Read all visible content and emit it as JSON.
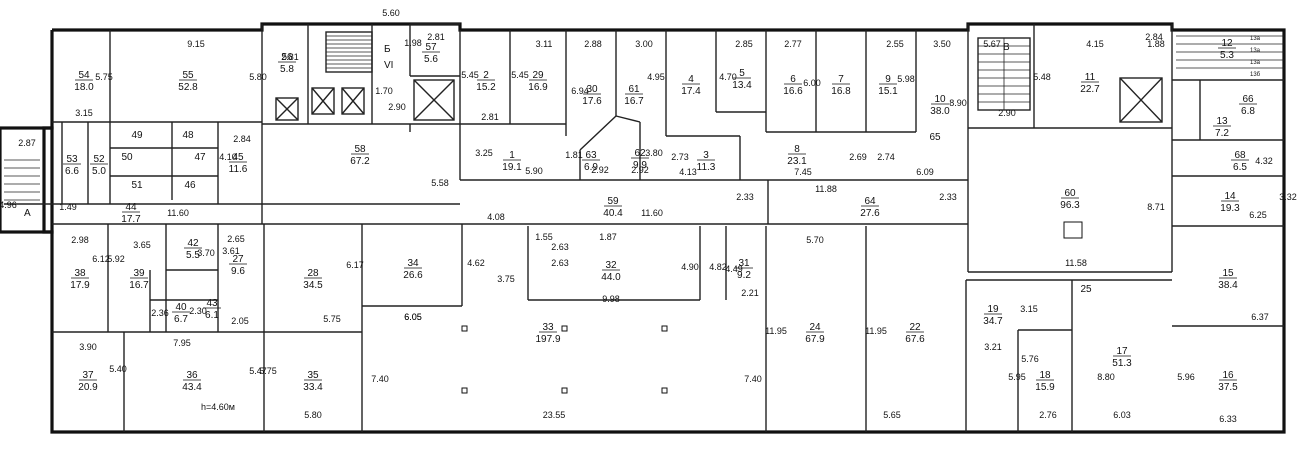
{
  "rooms": [
    {
      "n": "54",
      "a": "18.0"
    },
    {
      "n": "55",
      "a": "52.8"
    },
    {
      "n": "56",
      "a": "5.8"
    },
    {
      "n": "57",
      "a": "5.6"
    },
    {
      "n": "2",
      "a": "15.2"
    },
    {
      "n": "29",
      "a": "16.9"
    },
    {
      "n": "30",
      "a": "17.6"
    },
    {
      "n": "61",
      "a": "16.7"
    },
    {
      "n": "4",
      "a": "17.4"
    },
    {
      "n": "5",
      "a": "13.4"
    },
    {
      "n": "6",
      "a": "16.6"
    },
    {
      "n": "7",
      "a": "16.8"
    },
    {
      "n": "9",
      "a": "15.1"
    },
    {
      "n": "10",
      "a": "38.0"
    },
    {
      "n": "11",
      "a": "22.7"
    },
    {
      "n": "12",
      "a": "5.3"
    },
    {
      "n": "13",
      "a": "7.2"
    },
    {
      "n": "66",
      "a": "6.8"
    },
    {
      "n": "53",
      "a": "6.6"
    },
    {
      "n": "52",
      "a": "5.0"
    },
    {
      "n": "45",
      "a": "11.6"
    },
    {
      "n": "58",
      "a": "67.2"
    },
    {
      "n": "1",
      "a": "19.1"
    },
    {
      "n": "63",
      "a": "6.9"
    },
    {
      "n": "62",
      "a": "9.9"
    },
    {
      "n": "3",
      "a": "11.3"
    },
    {
      "n": "8",
      "a": "23.1"
    },
    {
      "n": "65",
      "a": ""
    },
    {
      "n": "68",
      "a": "6.5"
    },
    {
      "n": "44",
      "a": "17.7"
    },
    {
      "n": "59",
      "a": "40.4"
    },
    {
      "n": "64",
      "a": "27.6"
    },
    {
      "n": "60",
      "a": "96.3"
    },
    {
      "n": "14",
      "a": "19.3"
    },
    {
      "n": "38",
      "a": "17.9"
    },
    {
      "n": "39",
      "a": "16.7"
    },
    {
      "n": "42",
      "a": "5.5"
    },
    {
      "n": "27",
      "a": "9.6"
    },
    {
      "n": "28",
      "a": "34.5"
    },
    {
      "n": "34",
      "a": "26.6"
    },
    {
      "n": "32",
      "a": "44.0"
    },
    {
      "n": "31",
      "a": "9.2"
    },
    {
      "n": "40",
      "a": "6.7"
    },
    {
      "n": "43",
      "a": "6.1"
    },
    {
      "n": "15",
      "a": "38.4"
    },
    {
      "n": "25",
      "a": ""
    },
    {
      "n": "19",
      "a": "34.7"
    },
    {
      "n": "33",
      "a": "197.9"
    },
    {
      "n": "24",
      "a": "67.9"
    },
    {
      "n": "22",
      "a": "67.6"
    },
    {
      "n": "37",
      "a": "20.9"
    },
    {
      "n": "36",
      "a": "43.4"
    },
    {
      "n": "35",
      "a": "33.4"
    },
    {
      "n": "17",
      "a": "51.3"
    },
    {
      "n": "18",
      "a": "15.9"
    },
    {
      "n": "16",
      "a": "37.5"
    },
    {
      "n": "49",
      "a": ""
    },
    {
      "n": "48",
      "a": ""
    },
    {
      "n": "50",
      "a": ""
    },
    {
      "n": "47",
      "a": ""
    },
    {
      "n": "51",
      "a": ""
    },
    {
      "n": "46",
      "a": ""
    }
  ],
  "dims": [
    "9.15",
    "5.75",
    "5.80",
    "3.15",
    "2.87",
    "2.84",
    "4.10",
    "2.81",
    "5.60",
    "1.98",
    "2.81",
    "1.70",
    "2.90",
    "5.45",
    "2.81",
    "5.45",
    "3.11",
    "2.88",
    "3.00",
    "6.94",
    "4.95",
    "4.70",
    "2.85",
    "2.77",
    "6.00",
    "2.55",
    "5.98",
    "3.50",
    "8.90",
    "5.67",
    "5.48",
    "2.90",
    "4.15",
    "2.84",
    "1.88",
    "3.25",
    "5.90",
    "1.81",
    "2.92",
    "2.92",
    "3.80",
    "2.73",
    "4.13",
    "7.45",
    "2.69",
    "2.74",
    "6.09",
    "4.32",
    "3.32",
    "6.25",
    "4.96",
    "1.49",
    "5.58",
    "11.60",
    "4.08",
    "11.60",
    "2.33",
    "11.88",
    "2.33",
    "8.71",
    "2.98",
    "5.92",
    "3.65",
    "6.12",
    "2.65",
    "3.70",
    "3.61",
    "6.17",
    "4.62",
    "1.55",
    "2.63",
    "1.87",
    "2.63",
    "3.75",
    "4.90",
    "4.82",
    "4.49",
    "2.21",
    "5.70",
    "11.58",
    "6.05",
    "9.98",
    "2.36",
    "2.30",
    "2.05",
    "5.75",
    "6.05",
    "11.95",
    "11.95",
    "3.15",
    "6.37",
    "3.90",
    "7.95",
    "5.40",
    "5.47",
    "5.75",
    "7.40",
    "7.40",
    "3.21",
    "5.76",
    "5.95",
    "8.80",
    "5.96",
    "5.80",
    "23.55",
    "5.65",
    "2.76",
    "6.03",
    "6.33",
    "h=4.60м"
  ],
  "stair_labels": [
    "Б",
    "VI",
    "В",
    "А"
  ],
  "small_labels": [
    "13a",
    "13a",
    "13a",
    "13б"
  ]
}
